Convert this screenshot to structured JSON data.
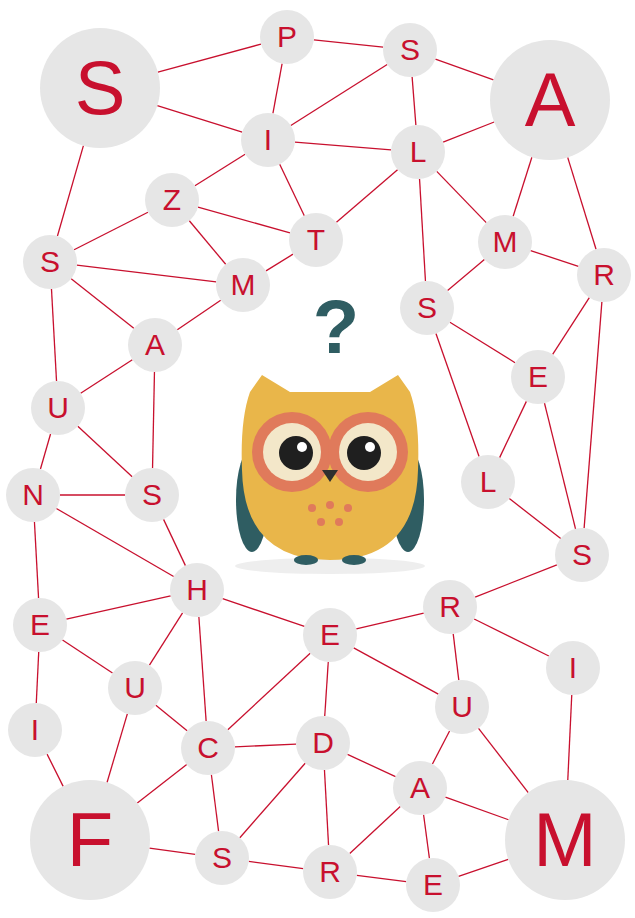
{
  "diagram": {
    "nodes": [
      {
        "text": [
          "S"
        ]
      },
      {
        "text": [
          "P"
        ]
      },
      {
        "text": [
          "S"
        ]
      },
      {
        "text": [
          "A"
        ]
      },
      {
        "text": [
          "I"
        ]
      },
      {
        "text": [
          "L"
        ]
      },
      {
        "text": [
          "Z"
        ]
      },
      {
        "text": [
          "T"
        ]
      },
      {
        "text": [
          "M"
        ]
      },
      {
        "text": [
          "S"
        ]
      },
      {
        "text": [
          "R"
        ]
      },
      {
        "text": [
          "M"
        ]
      },
      {
        "text": [
          "S"
        ]
      },
      {
        "text": [
          "A"
        ]
      },
      {
        "text": [
          "E"
        ]
      },
      {
        "text": [
          "U"
        ]
      },
      {
        "text": [
          "L"
        ]
      },
      {
        "text": [
          "N"
        ]
      },
      {
        "text": [
          "S"
        ]
      },
      {
        "text": [
          "S"
        ]
      },
      {
        "text": [
          "H"
        ]
      },
      {
        "text": [
          "R"
        ]
      },
      {
        "text": [
          "E"
        ]
      },
      {
        "text": [
          "E"
        ]
      },
      {
        "text": [
          "I"
        ]
      },
      {
        "text": [
          "U"
        ]
      },
      {
        "text": [
          "U"
        ]
      },
      {
        "text": [
          "I"
        ]
      },
      {
        "text": [
          "D"
        ]
      },
      {
        "text": [
          "C"
        ]
      },
      {
        "text": [
          "A"
        ]
      },
      {
        "text": [
          "F"
        ]
      },
      {
        "text": [
          "M"
        ]
      },
      {
        "text": [
          "S"
        ]
      },
      {
        "text": [
          "R"
        ]
      },
      {
        "text": [
          "E"
        ]
      }
    ],
    "edges": [
      {
        "from": 0,
        "to": 1,
        "arrow": "none"
      },
      {
        "from": 0,
        "to": 4,
        "arrow": "none"
      },
      {
        "from": 0,
        "to": 9,
        "arrow": "none"
      },
      {
        "from": 1,
        "to": 2,
        "arrow": "none"
      },
      {
        "from": 1,
        "to": 4,
        "arrow": "none"
      },
      {
        "from": 2,
        "to": 4,
        "arrow": "none"
      },
      {
        "from": 2,
        "to": 5,
        "arrow": "none"
      },
      {
        "from": 2,
        "to": 3,
        "arrow": "none"
      },
      {
        "from": 4,
        "to": 5,
        "arrow": "none"
      },
      {
        "from": 4,
        "to": 6,
        "arrow": "none"
      },
      {
        "from": 4,
        "to": 7,
        "arrow": "none"
      },
      {
        "from": 5,
        "to": 3,
        "arrow": "none"
      },
      {
        "from": 5,
        "to": 7,
        "arrow": "none"
      },
      {
        "from": 5,
        "to": 8,
        "arrow": "none"
      },
      {
        "from": 5,
        "to": 12,
        "arrow": "none"
      },
      {
        "from": 3,
        "to": 8,
        "arrow": "none"
      },
      {
        "from": 3,
        "to": 10,
        "arrow": "none"
      },
      {
        "from": 8,
        "to": 10,
        "arrow": "none"
      },
      {
        "from": 8,
        "to": 12,
        "arrow": "none"
      },
      {
        "from": 6,
        "to": 9,
        "arrow": "none"
      },
      {
        "from": 6,
        "to": 11,
        "arrow": "none"
      },
      {
        "from": 6,
        "to": 7,
        "arrow": "none"
      },
      {
        "from": 7,
        "to": 11,
        "arrow": "none"
      },
      {
        "from": 9,
        "to": 11,
        "arrow": "none"
      },
      {
        "from": 9,
        "to": 13,
        "arrow": "none"
      },
      {
        "from": 9,
        "to": 15,
        "arrow": "none"
      },
      {
        "from": 11,
        "to": 13,
        "arrow": "none"
      },
      {
        "from": 13,
        "to": 15,
        "arrow": "none"
      },
      {
        "from": 13,
        "to": 18,
        "arrow": "none"
      },
      {
        "from": 15,
        "to": 17,
        "arrow": "none"
      },
      {
        "from": 15,
        "to": 18,
        "arrow": "none"
      },
      {
        "from": 17,
        "to": 18,
        "arrow": "none"
      },
      {
        "from": 17,
        "to": 22,
        "arrow": "none"
      },
      {
        "from": 17,
        "to": 20,
        "arrow": "none"
      },
      {
        "from": 18,
        "to": 20,
        "arrow": "none"
      },
      {
        "from": 12,
        "to": 14,
        "arrow": "none"
      },
      {
        "from": 12,
        "to": 16,
        "arrow": "none"
      },
      {
        "from": 10,
        "to": 14,
        "arrow": "none"
      },
      {
        "from": 10,
        "to": 19,
        "arrow": "none"
      },
      {
        "from": 14,
        "to": 16,
        "arrow": "none"
      },
      {
        "from": 14,
        "to": 19,
        "arrow": "none"
      },
      {
        "from": 16,
        "to": 19,
        "arrow": "none"
      },
      {
        "from": 19,
        "to": 21,
        "arrow": "none"
      },
      {
        "from": 20,
        "to": 22,
        "arrow": "none"
      },
      {
        "from": 20,
        "to": 25,
        "arrow": "none"
      },
      {
        "from": 20,
        "to": 29,
        "arrow": "none"
      },
      {
        "from": 20,
        "to": 23,
        "arrow": "none"
      },
      {
        "from": 22,
        "to": 25,
        "arrow": "none"
      },
      {
        "from": 22,
        "to": 27,
        "arrow": "none"
      },
      {
        "from": 25,
        "to": 29,
        "arrow": "none"
      },
      {
        "from": 25,
        "to": 31,
        "arrow": "none"
      },
      {
        "from": 27,
        "to": 31,
        "arrow": "none"
      },
      {
        "from": 23,
        "to": 21,
        "arrow": "none"
      },
      {
        "from": 23,
        "to": 26,
        "arrow": "none"
      },
      {
        "from": 23,
        "to": 29,
        "arrow": "none"
      },
      {
        "from": 23,
        "to": 28,
        "arrow": "none"
      },
      {
        "from": 21,
        "to": 24,
        "arrow": "none"
      },
      {
        "from": 21,
        "to": 26,
        "arrow": "none"
      },
      {
        "from": 24,
        "to": 32,
        "arrow": "none"
      },
      {
        "from": 26,
        "to": 30,
        "arrow": "none"
      },
      {
        "from": 26,
        "to": 32,
        "arrow": "none"
      },
      {
        "from": 29,
        "to": 28,
        "arrow": "none"
      },
      {
        "from": 29,
        "to": 31,
        "arrow": "none"
      },
      {
        "from": 29,
        "to": 33,
        "arrow": "none"
      },
      {
        "from": 28,
        "to": 30,
        "arrow": "none"
      },
      {
        "from": 28,
        "to": 33,
        "arrow": "none"
      },
      {
        "from": 28,
        "to": 34,
        "arrow": "none"
      },
      {
        "from": 30,
        "to": 32,
        "arrow": "none"
      },
      {
        "from": 30,
        "to": 34,
        "arrow": "none"
      },
      {
        "from": 30,
        "to": 35,
        "arrow": "none"
      },
      {
        "from": 31,
        "to": 33,
        "arrow": "none"
      },
      {
        "from": 33,
        "to": 34,
        "arrow": "none"
      },
      {
        "from": 34,
        "to": 35,
        "arrow": "none"
      },
      {
        "from": 35,
        "to": 32,
        "arrow": "none"
      }
    ],
    "labels": [
      "?"
    ]
  }
}
